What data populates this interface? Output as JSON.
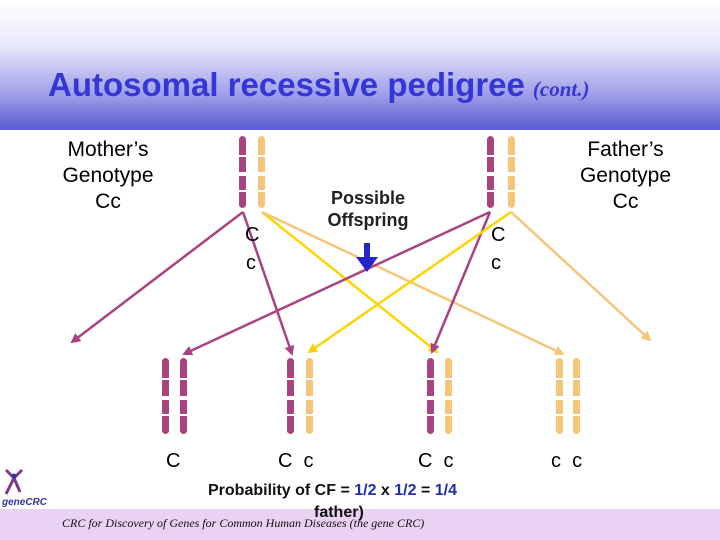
{
  "title": {
    "main": "Autosomal recessive pedigree",
    "cont": "(cont.)"
  },
  "mother": {
    "line1": "Mother’s",
    "line2": "Genotype",
    "line3": "Cc",
    "allele_top": "C",
    "allele_bottom": "c"
  },
  "father": {
    "line1": "Father’s",
    "line2": "Genotype",
    "line3": "Cc",
    "allele_top": "C",
    "allele_bottom": "c"
  },
  "offspring_label": {
    "line1": "Possible",
    "line2": "Offspring"
  },
  "offspring": [
    {
      "genotype": "C"
    },
    {
      "genotype": "C  c"
    },
    {
      "genotype": "C  c"
    },
    {
      "genotype": "c  c"
    }
  ],
  "probability": {
    "prefix": "Probability of CF = ",
    "half1": "1/2",
    "times": " x ",
    "half2": "1/2",
    "eq": " = ",
    "result": "1/4",
    "line2": "father)"
  },
  "credit": "CRC for Discovery of Genes for Common Human Diseases (the gene CRC)",
  "logo": {
    "text": "geneCRC"
  },
  "colors": {
    "title": "#3535d8",
    "maternal": "#a8437f",
    "paternal": "#f3c67a",
    "highlight": "#ffd400",
    "arrow_blue": "#2626c8",
    "footer": "#e9d2f2"
  }
}
